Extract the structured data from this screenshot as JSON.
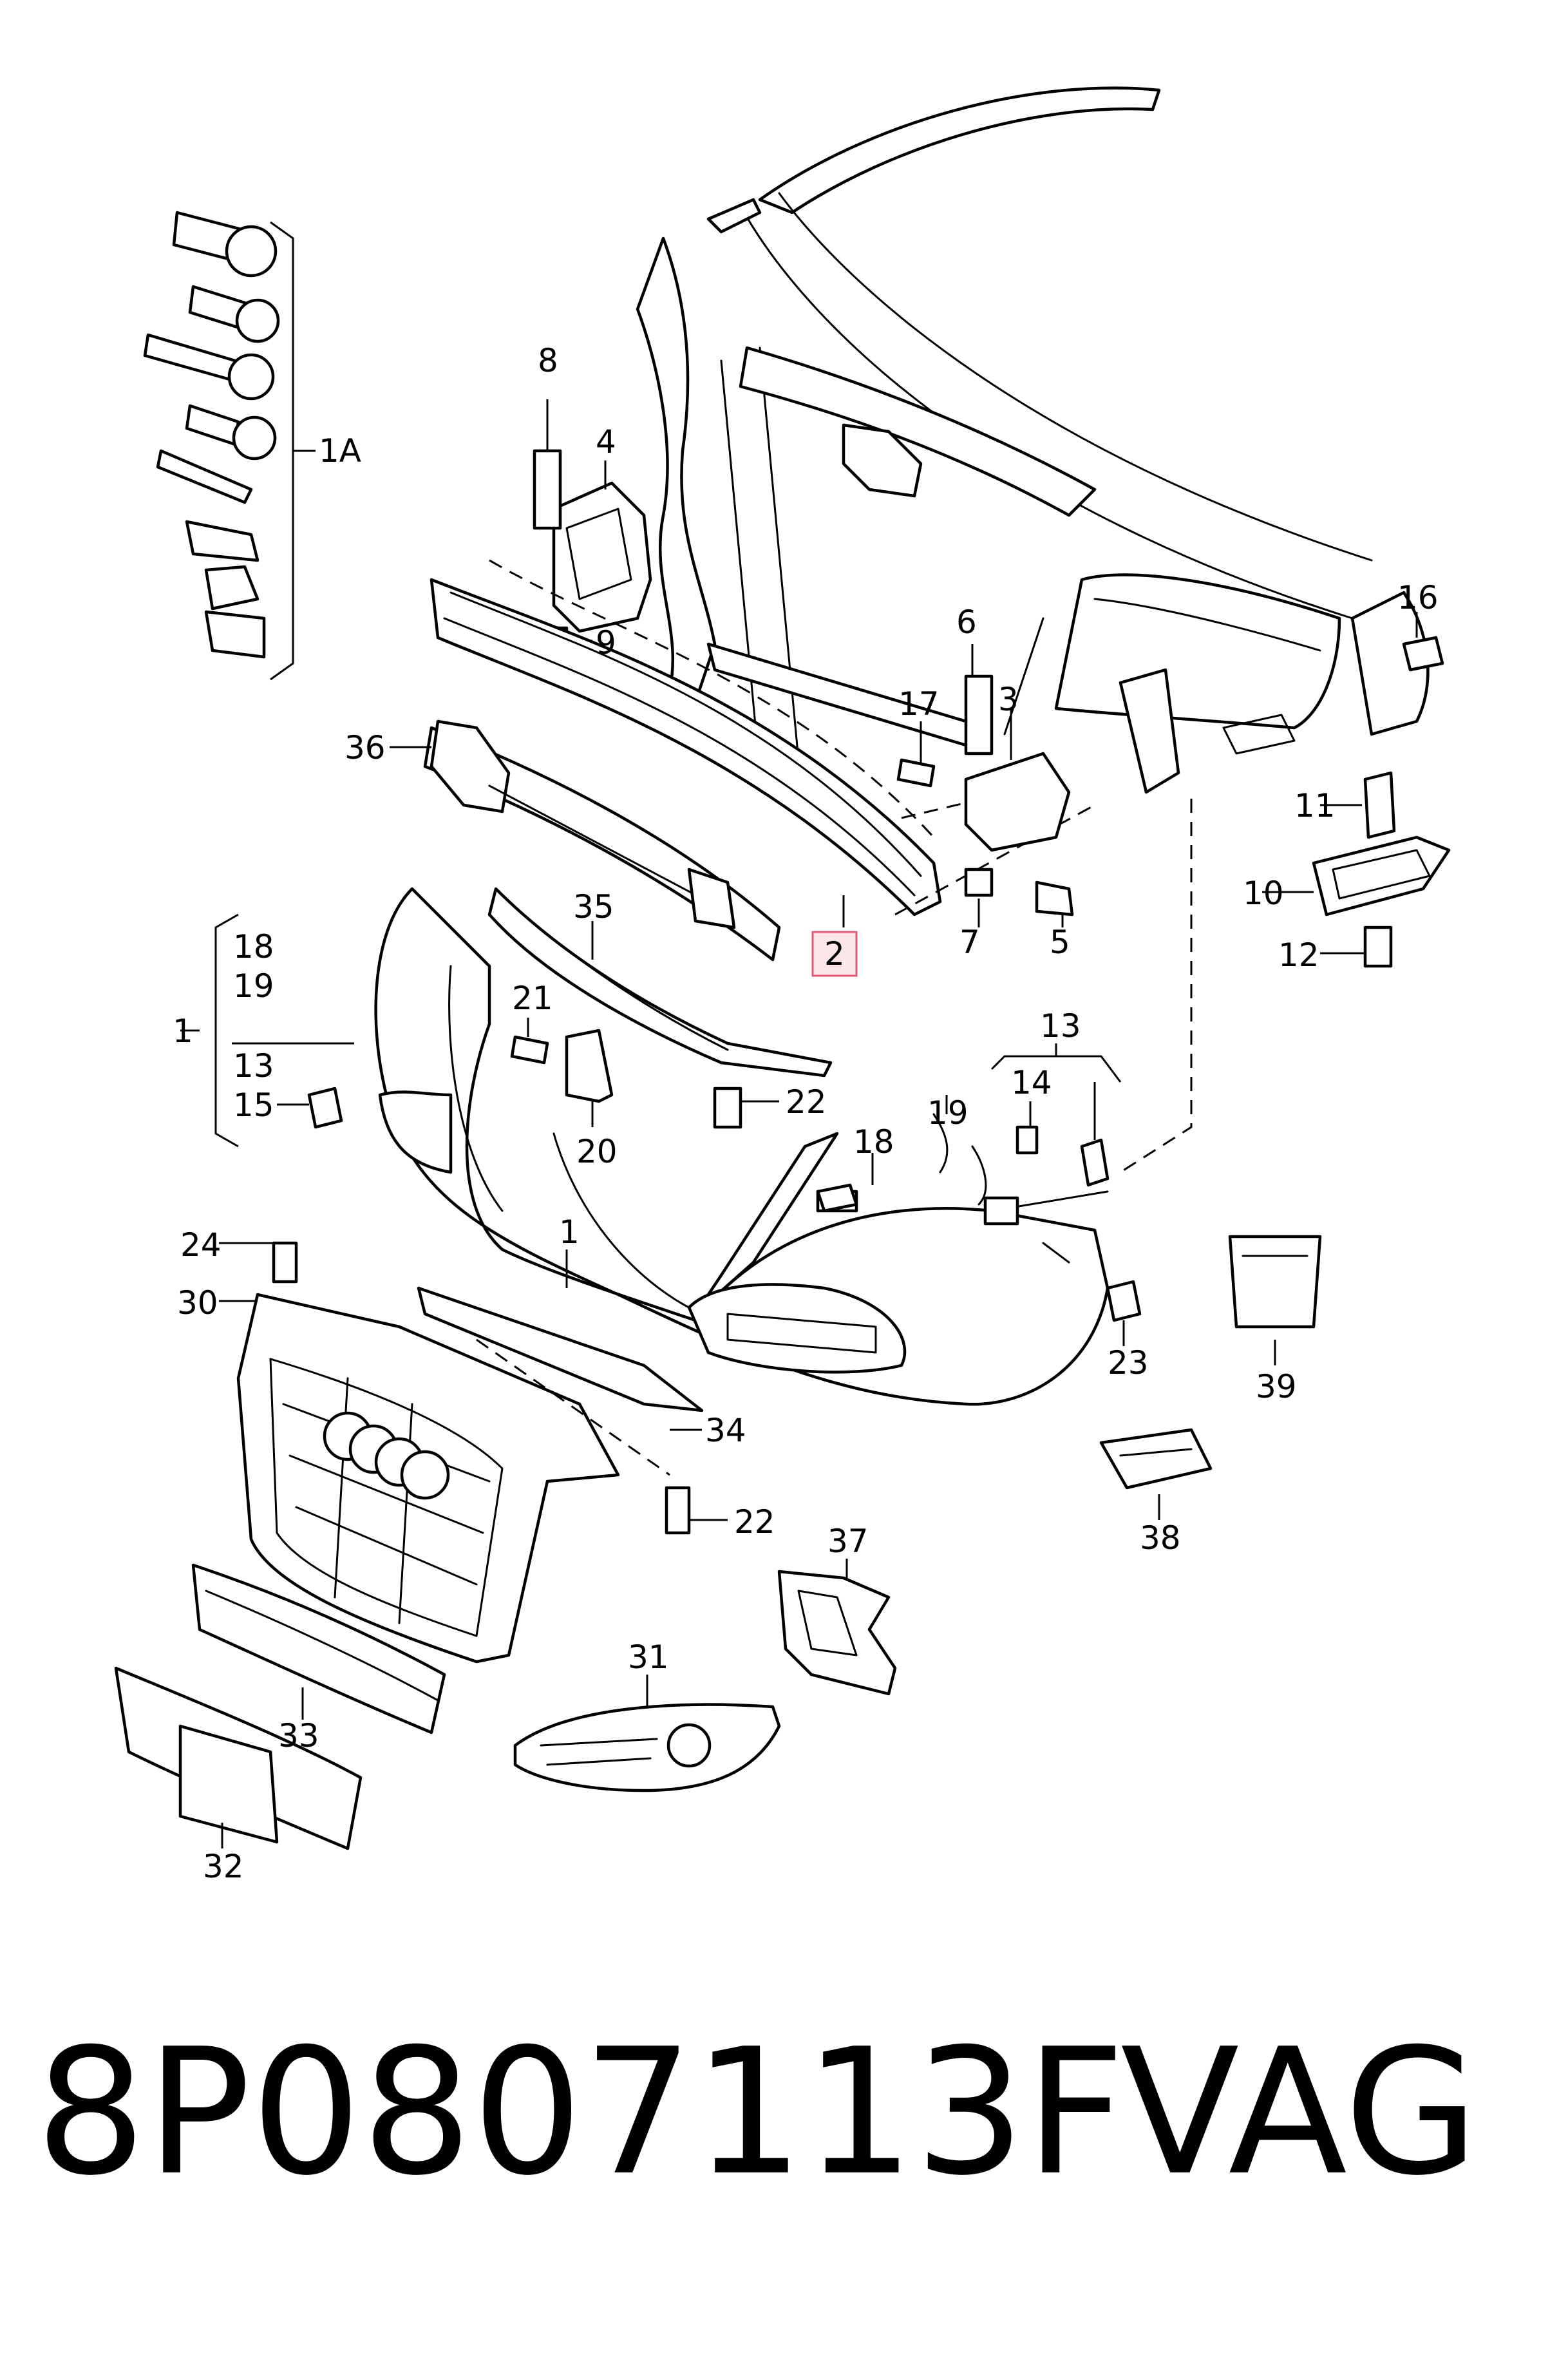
{
  "diagram": {
    "callouts": {
      "c1A": "1A",
      "c1": "1",
      "c1b": "1",
      "c2": "2",
      "c3": "3",
      "c4": "4",
      "c5": "5",
      "c6": "6",
      "c7": "7",
      "c8": "8",
      "c9": "9",
      "c10": "10",
      "c11": "11",
      "c12": "12",
      "c13": "13",
      "c13b": "13",
      "c14": "14",
      "c15": "15",
      "c16": "16",
      "c17": "17",
      "c18": "18",
      "c18b": "18",
      "c19": "19",
      "c19b": "19",
      "c20": "20",
      "c21": "21",
      "c22": "22",
      "c22b": "22",
      "c23": "23",
      "c24": "24",
      "c30": "30",
      "c31": "31",
      "c32": "32",
      "c33": "33",
      "c34": "34",
      "c35": "35",
      "c36": "36",
      "c37": "37",
      "c38": "38",
      "c39": "39"
    },
    "highlighted_callout": "c2",
    "highlight_color": "#e05a76"
  },
  "footer": {
    "part_number": "8P0807113F",
    "brand": "VAG"
  }
}
